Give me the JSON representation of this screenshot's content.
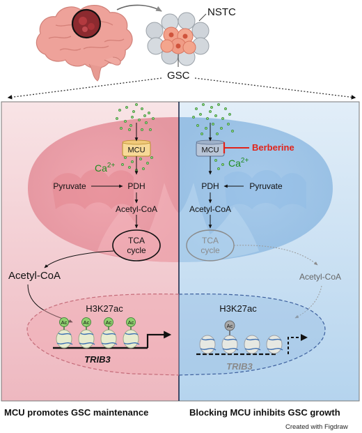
{
  "labels": {
    "nstc": "NSTC",
    "gsc": "GSC",
    "mcu": "MCU",
    "ca": "Ca",
    "ca_sup": "2+",
    "berberine": "Berberine",
    "pyruvate": "Pyruvate",
    "pdh": "PDH",
    "acetyl_coa": "Acetyl-CoA",
    "tca_line1": "TCA",
    "tca_line2": "cycle",
    "h3k27ac": "H3K27ac",
    "ac": "Ac",
    "trib3": "TRIB3"
  },
  "captions": {
    "left": "MCU promotes GSC maintenance",
    "right": "Blocking MCU inhibits GSC growth"
  },
  "credit": "Created with Figdraw",
  "colors": {
    "left_panel": "#f3c9cf",
    "right_panel": "#c6def2",
    "left_mito": "#e89aa3",
    "right_mito": "#a9cbe9",
    "berberine": "#e2231a",
    "calcium": "#1e8b1e",
    "nucleus_left": "#d98c98",
    "nucleus_right": "#3b5e9c"
  }
}
